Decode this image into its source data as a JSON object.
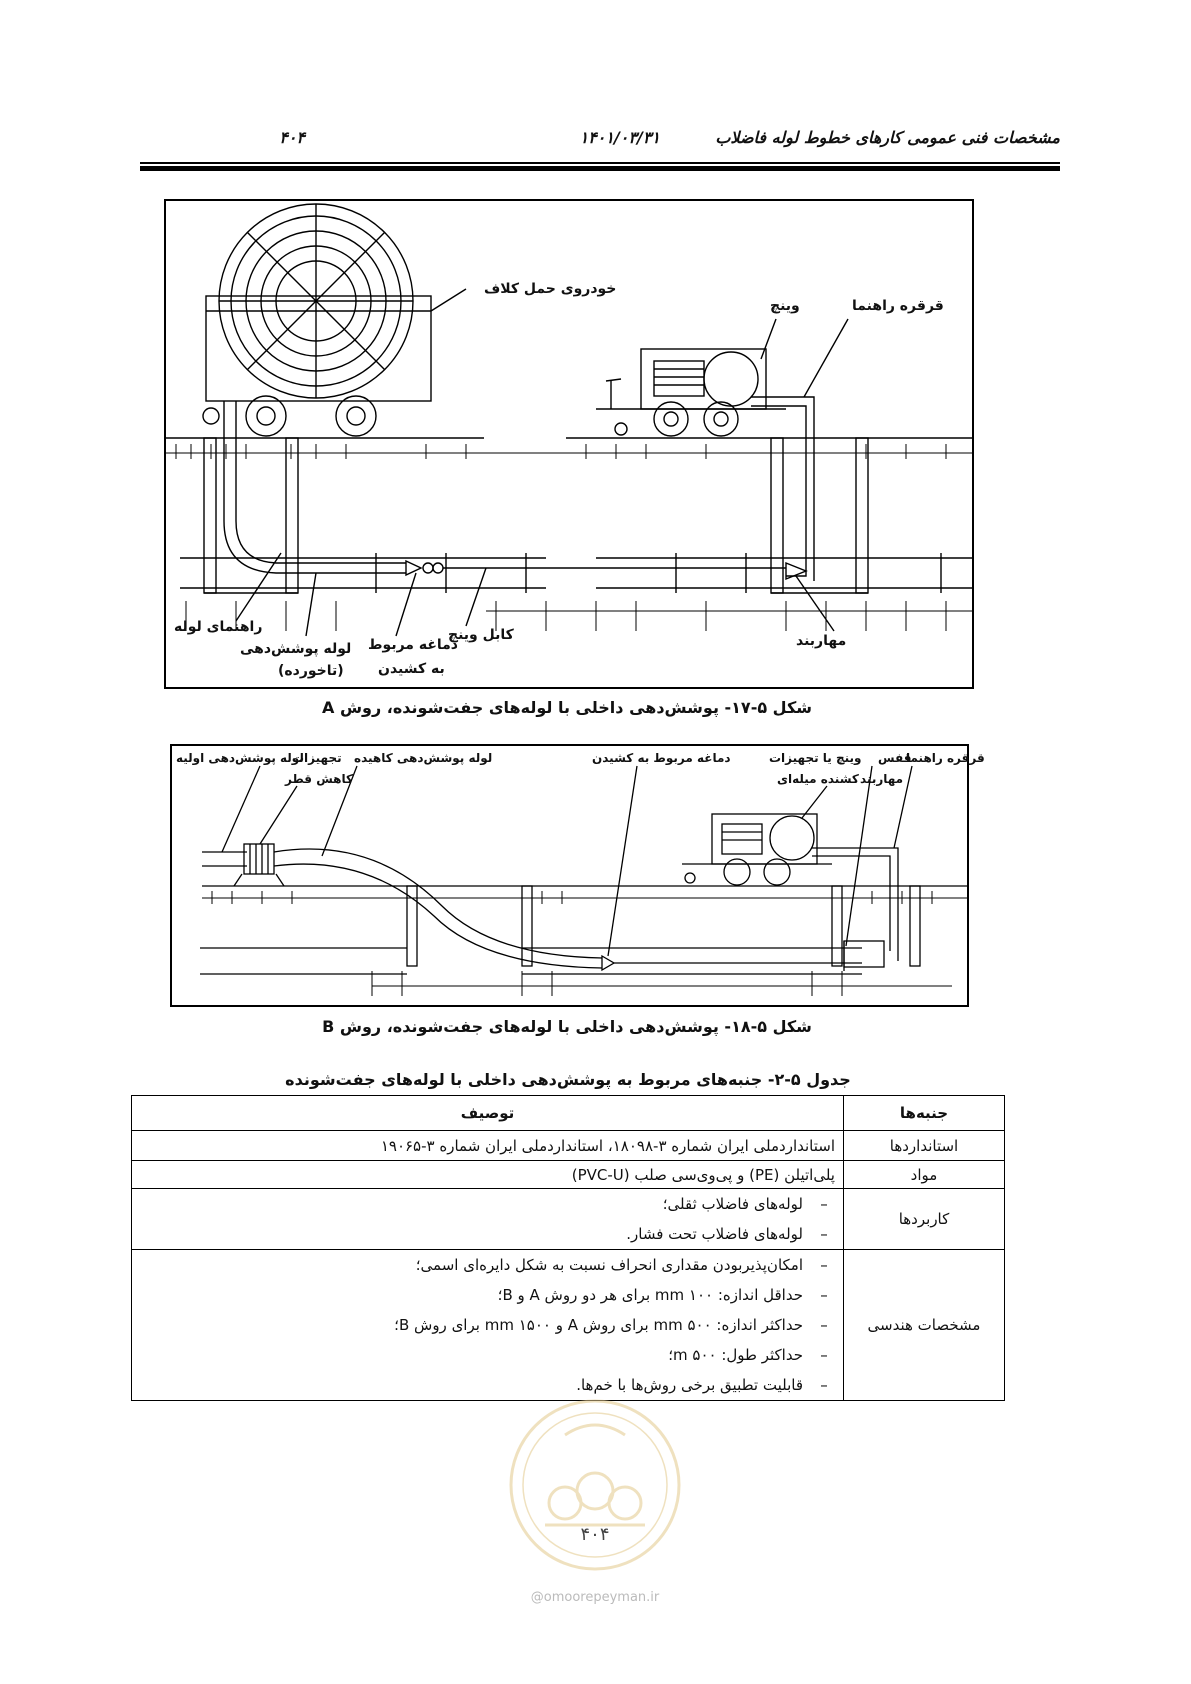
{
  "header": {
    "title": "مشخصات فنی عمومی کارهای خطوط لوله فاضلاب",
    "date": "۱۴۰۱/۰۳/۳۱",
    "page": "۴۰۴"
  },
  "figure_a": {
    "labels": {
      "vehicle": "خودروی حمل کلاف",
      "winch": "وینچ",
      "guide_roller": "قرقره راهنما",
      "pipe_guide": "راهنمای لوله",
      "liner_pipe": "لوله پوشش‌دهی",
      "folded": "(تاخورده)",
      "pull_head": "دماغه مربوط",
      "pull_head2": "به کشیدن",
      "winch_cable": "کابل وینچ",
      "anchor": "مهاربند"
    },
    "caption": "شکل ۵-۱۷- پوشش‌دهی داخلی با لوله‌های جفت‌شونده، روش A"
  },
  "figure_b": {
    "labels": {
      "initial_liner": "لوله پوشش‌دهی اولیه",
      "equip": "تجهیزات",
      "diameter_reduction": "کاهش قطر",
      "reduced_liner": "لوله پوشش‌دهی کاهیده",
      "pull_head": "دماغه مربوط به کشیدن",
      "winch_rod": "وینچ یا تجهیزات",
      "rod_puller": "کشنده میله‌ای",
      "cage": "قفس",
      "anchor": "مهاربند",
      "guide_roller": "قرقره راهنما"
    },
    "caption": "شکل ۵-۱۸- پوشش‌دهی داخلی با لوله‌های جفت‌شونده، روش B"
  },
  "table": {
    "title": "جدول ۵-۲- جنبه‌های مربوط به پوشش‌دهی داخلی با لوله‌های جفت‌شونده",
    "col_aspect": "جنبه‌ها",
    "col_desc": "توصیف",
    "rows": [
      {
        "aspect": "استانداردها",
        "text": "استانداردملی ایران شماره ۳-۱۸۰۹۸، استانداردملی ایران شماره ۳-۱۹۰۶۵"
      },
      {
        "aspect": "مواد",
        "text": "پلی‌اتیلن (PE) و پی‌وی‌سی صلب (PVC-U)"
      },
      {
        "aspect": "کاربردها",
        "items": [
          "لوله‌های فاضلاب ثقلی؛",
          "لوله‌های فاضلاب تحت فشار."
        ]
      },
      {
        "aspect": "مشخصات هندسی",
        "items": [
          "امکان‌پذیربودن مقداری انحراف نسبت به شکل دایره‌ای اسمی؛",
          "حداقل اندازه: ۱۰۰ mm برای هر دو روش A و B؛",
          "حداکثر اندازه: ۵۰۰ mm برای روش A و ۱۵۰۰ mm برای روش B؛",
          "حداکثر طول: ۵۰۰ m؛",
          "قابلیت تطبیق برخی روش‌ها با خم‌ها."
        ]
      }
    ]
  },
  "footer": {
    "page_number": "۴۰۴",
    "watermark_url": "@omoorepeyman.ir"
  }
}
